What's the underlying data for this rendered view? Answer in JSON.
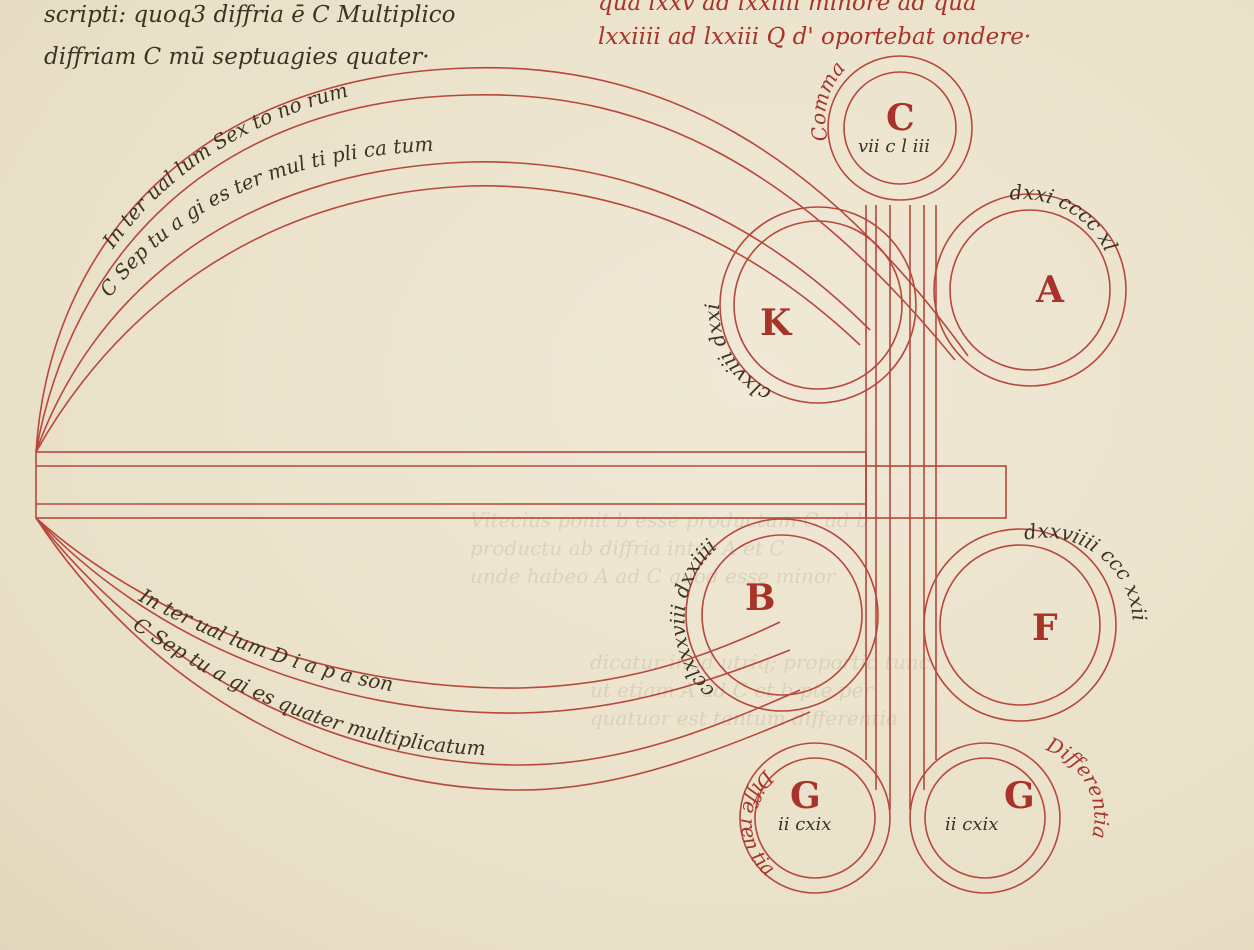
{
  "text_top_left": [
    "scripti: quoq3 diffria ē C Multiplico",
    "diffriam C mū septuagies quater·"
  ],
  "text_top_right": [
    "qua lxxv ad lxxiiii minore ad qua",
    "lxxiiii ad lxxiii Q d' oportebat ondere·"
  ],
  "show_through": [
    "Vitecius ponit b esse productum C ad b",
    "productu ab diffria inter A et C",
    "unde habeo A ad C quod esse minor",
    "dicatur inqd utriq; proportio tunc",
    "ut etiam A ad C et b pte per",
    "quatuor est tantum differentia"
  ],
  "diagram": {
    "upper_arc_outer": "In ter ual lum Sex to no rum",
    "upper_arc_inner": "C Sep tu a gi es ter mul ti pli ca tum",
    "lower_arc_outer": "In ter ual lum D i a p a son",
    "lower_arc_inner": "C Sep tu a gi es quater multiplicatum",
    "circles": [
      {
        "letter": "C",
        "value": "vii c l iii",
        "ring": "Comma"
      },
      {
        "letter": "A",
        "value": "",
        "ring": "dxxi cccc xl"
      },
      {
        "letter": "K",
        "value": "",
        "ring": "clxviii dxxi"
      },
      {
        "letter": "B",
        "value": "",
        "ring": "cclxxxviii dxxiiii"
      },
      {
        "letter": "F",
        "value": "",
        "ring": "dxxviiii ccc xxii"
      },
      {
        "letter": "G",
        "value": "ii cxix",
        "ring": "Diffe ren tia"
      },
      {
        "letter": "G",
        "value": "ii cxix",
        "ring": "Differentia"
      }
    ]
  },
  "colors": {
    "ink_red": "#b8473d",
    "ink_brown": "#3d3322",
    "parchment": "#ece4cf"
  }
}
